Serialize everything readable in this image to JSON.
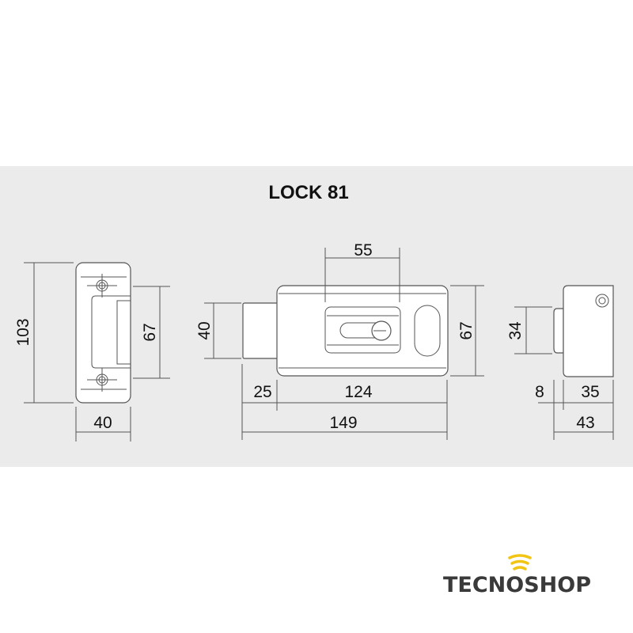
{
  "title": "LOCK 81",
  "strike_plate": {
    "height": "103",
    "opening": "67",
    "width": "40"
  },
  "front_view": {
    "bolt_height": "40",
    "cylinder_spacing": "55",
    "body_height": "67",
    "bolt_projection": "25",
    "body_length": "124",
    "total_length": "149"
  },
  "side_view": {
    "bolt_height": "34",
    "bolt_depth": "8",
    "body_depth": "35",
    "total_depth": "43"
  },
  "logo": {
    "text": "TECNOSHOP",
    "accent_color": "#f2c514",
    "text_color": "#3a3a3a"
  }
}
